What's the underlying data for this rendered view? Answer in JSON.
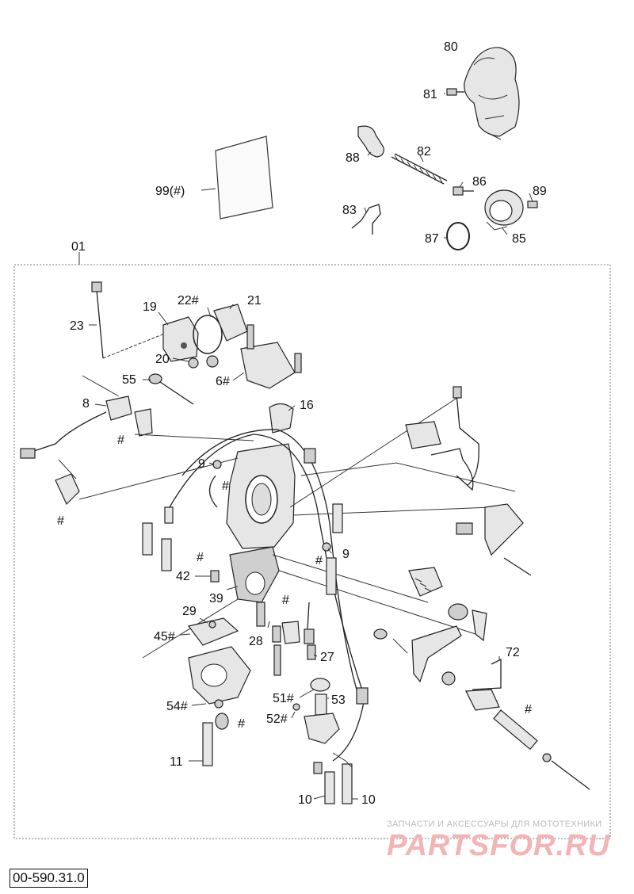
{
  "drawing_code": "00-590.31.0",
  "watermark": {
    "tagline": "ЗАПЧАСТИ И АКСЕССУАРЫ ДЛЯ МОТОТЕХНИКИ",
    "brand": "PARTSFOR.RU"
  },
  "assembly_label": "01",
  "labels": {
    "l80": "80",
    "l81": "81",
    "l88": "88",
    "l82": "82",
    "l86": "86",
    "l89": "89",
    "l83": "83",
    "l87": "87",
    "l85": "85",
    "l99": "99(#)",
    "l19": "19",
    "l22": "22#",
    "l21": "21",
    "l23": "23",
    "l20": "20",
    "l55": "55",
    "l6": "6#",
    "l16": "16",
    "l8": "8",
    "h8": "#",
    "l9a": "9",
    "h9a": "#",
    "hleft": "#",
    "l9b": "9",
    "h9b": "#",
    "h42": "#",
    "l42": "42",
    "l39": "39",
    "l29": "29",
    "l45": "45#",
    "h28": "#",
    "l28": "28",
    "l27": "27",
    "l72": "72",
    "l54": "54#",
    "h54": "#",
    "l51": "51#",
    "l53": "53",
    "l52": "52#",
    "hright": "#",
    "l11": "11",
    "l10a": "10",
    "l10b": "10"
  }
}
